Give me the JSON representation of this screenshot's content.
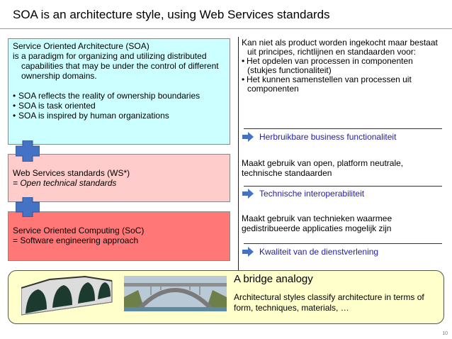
{
  "slide": {
    "title": "SOA is an architecture style, using Web Services standards",
    "page_number": "10"
  },
  "left": {
    "soa": {
      "heading": "Service Oriented Architecture (SOA)",
      "definition": "is a paradigm for organizing and utilizing distributed capabilities that may be under the control of different ownership domains.",
      "bullets": [
        "SOA reflects the reality of ownership boundaries",
        "SOA is task oriented",
        "SOA is inspired by human organizations"
      ],
      "color": "#ccffff"
    },
    "ws": {
      "heading": "Web Services standards (WS*)",
      "subtitle": "= Open technical standards",
      "color": "#ffcccc"
    },
    "soc": {
      "heading": "Service Oriented Computing (SoC)",
      "subtitle": "= Software engineering approach",
      "color": "#ff7777"
    },
    "connector_color": "#4472c4"
  },
  "right": {
    "intro": {
      "lead_line1": "Kan niet als product worden ingekocht maar bestaat",
      "lead_line2": "uit principes, richtlijnen en standaarden voor:",
      "bullets": [
        {
          "line1": "Het opdelen van processen in componenten",
          "line2": "(stukjes functionaliteit)"
        },
        {
          "line1": "Het kunnen samenstellen van processen uit",
          "line2": "componenten"
        }
      ]
    },
    "sections": [
      {
        "highlight": "Herbruikbare business functionaliteit"
      },
      {
        "text_line1": "Maakt gebruik van open, platform neutrale,",
        "text_line2": "technische standaarden",
        "highlight": "Technische interoperabiliteit"
      },
      {
        "text_line1": "Maakt gebruik van technieken waarmee",
        "text_line2": "gedistribueerde applicaties mogelijk zijn",
        "highlight": "Kwaliteit van de dienstverlening"
      }
    ],
    "highlight_color": "#1f1fa0",
    "arrow_color": "#4472c4"
  },
  "bridge": {
    "heading": "A bridge analogy",
    "body": "Architectural styles classify architecture in terms of form, techniques, materials, …",
    "panel_color": "#ffffcc",
    "images": [
      "stone-arch-bridge-image",
      "concrete-arch-bridge-image"
    ]
  }
}
